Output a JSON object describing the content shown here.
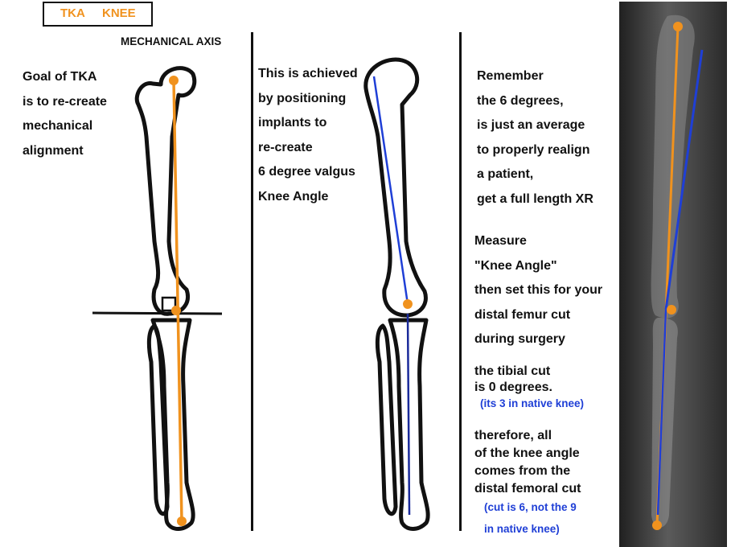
{
  "title": {
    "tka": "TKA",
    "knee": "KNEE"
  },
  "heading": "MECHANICAL AXIS",
  "col1": {
    "lines": [
      "Goal of TKA",
      "is to re-create",
      "mechanical",
      "alignment"
    ]
  },
  "col2": {
    "lines": [
      "This is achieved",
      "by positioning",
      "implants to",
      "re-create",
      "6 degree valgus",
      "Knee Angle"
    ]
  },
  "col3": {
    "block1": [
      "Remember",
      "the 6 degrees,",
      "is just an average",
      "to properly realign",
      "a patient,",
      "get a full length XR"
    ],
    "block2": [
      "Measure",
      "\"Knee Angle\"",
      "then set this for your",
      "distal femur cut",
      "during surgery"
    ],
    "block3": [
      "the tibial cut",
      "is 0 degrees."
    ],
    "note1": "(its 3 in native knee)",
    "block4": [
      "therefore, all",
      "of the knee angle",
      "comes from the",
      "distal femoral cut"
    ],
    "note2": [
      "(cut is 6, not the 9",
      "in native knee)"
    ]
  },
  "colors": {
    "orange": "#f0921e",
    "blue": "#1f3fd6",
    "navy": "#1a2a9a",
    "black": "#111111"
  }
}
